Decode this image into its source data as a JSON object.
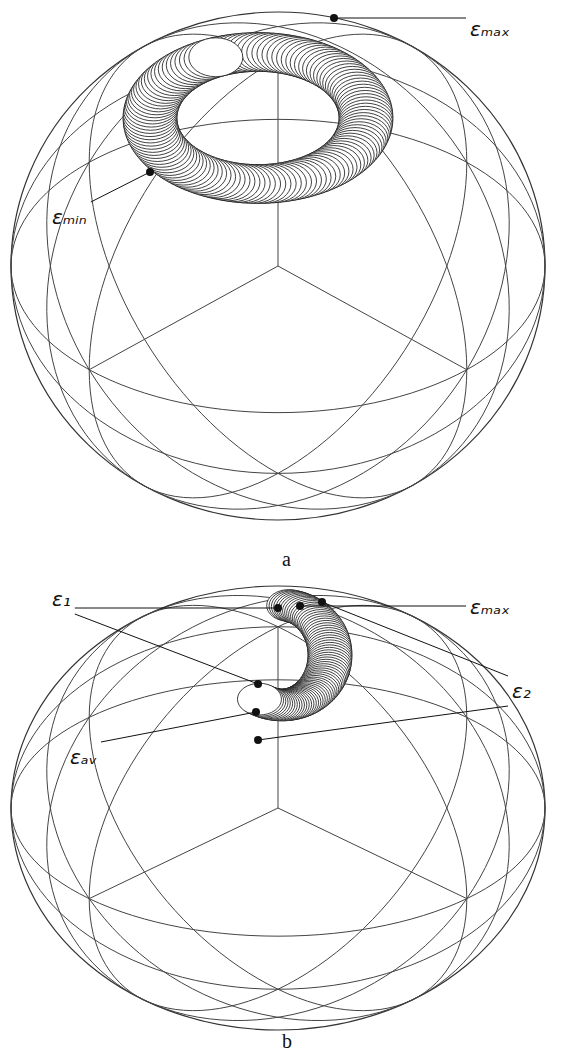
{
  "diagram": {
    "labels": [
      "εₘₐₓ",
      "εₘᵢₙ",
      "a",
      "ε₁",
      "εₘₐₓ",
      "εₐᵥ",
      "ε₂",
      "b"
    ]
  }
}
